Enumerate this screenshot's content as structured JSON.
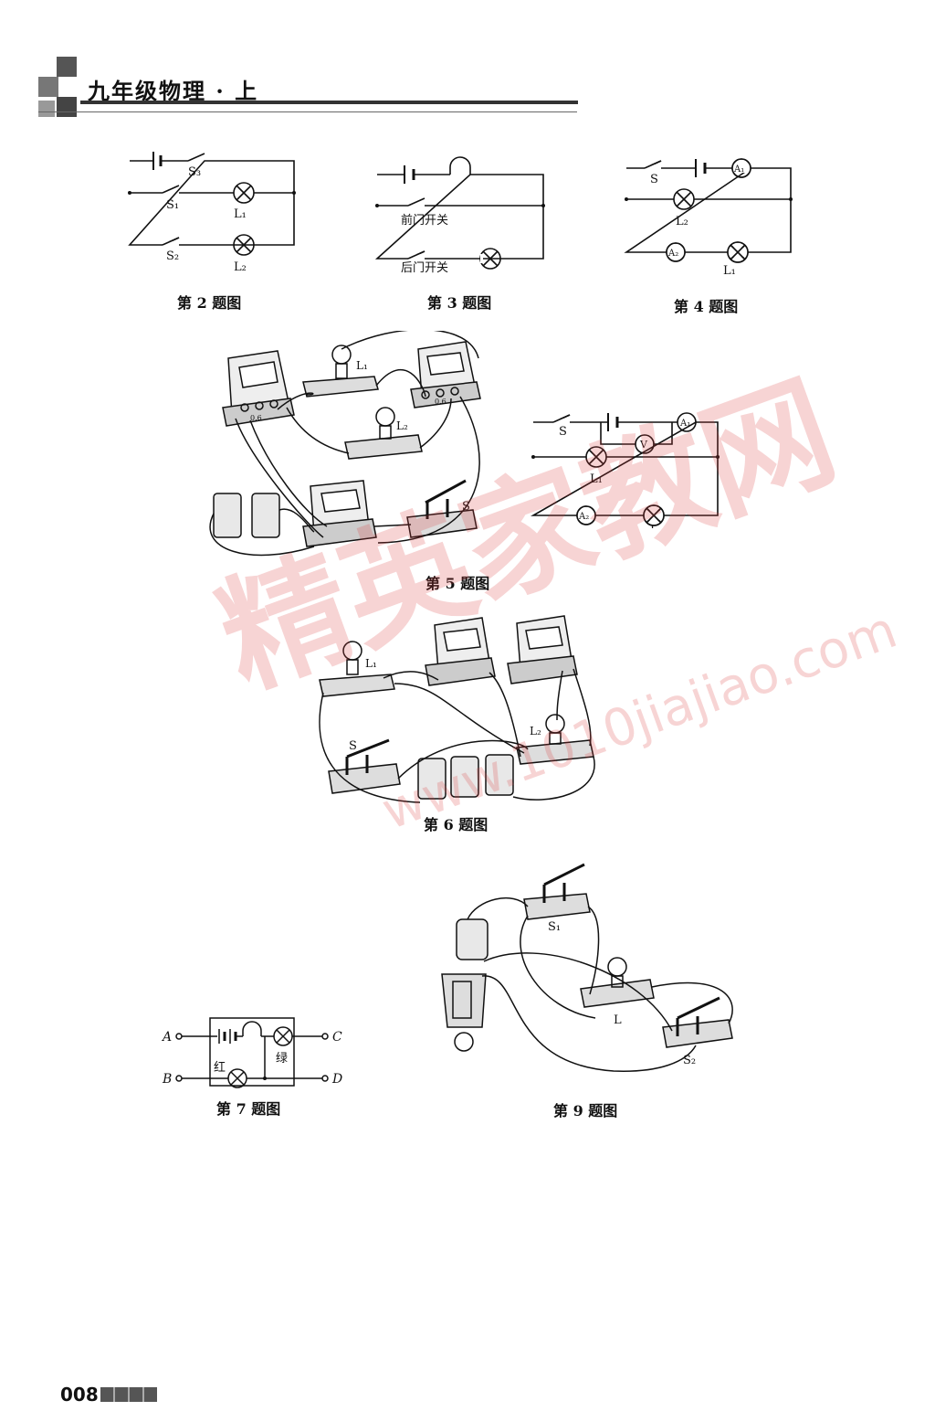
{
  "header": {
    "title": "九年级物理 · 上"
  },
  "captions": {
    "fig2": "第 2 题图",
    "fig3": "第 3 题图",
    "fig4": "第 4 题图",
    "fig5": "第 5 题图",
    "fig6": "第 6 题图",
    "fig7": "第 7 题图",
    "fig9": "第 9 题图"
  },
  "labels": {
    "S": "S",
    "S1": "S₁",
    "S2": "S₂",
    "S3": "S₃",
    "L": "L",
    "L1": "L₁",
    "L2": "L₂",
    "A1": "A₁",
    "A2": "A₂",
    "V": "V",
    "front_switch": "前门开关",
    "back_switch": "后门开关",
    "A": "A",
    "B": "B",
    "C": "C",
    "D": "D",
    "red": "红",
    "green": "绿",
    "meter_range": "0.6"
  },
  "watermark": {
    "text": "精英家教网",
    "url": "www.1010jiajiao.com"
  },
  "footer": {
    "page_number": "008"
  }
}
